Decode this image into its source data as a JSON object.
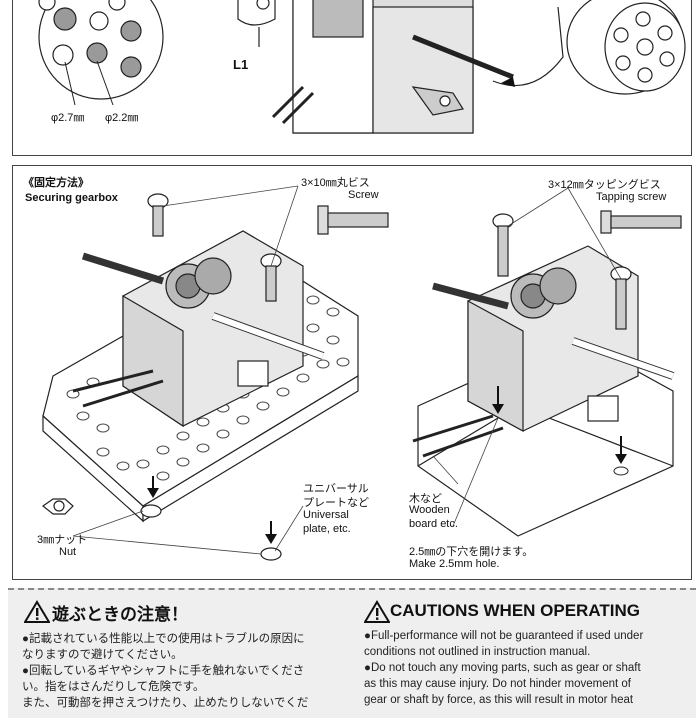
{
  "top": {
    "label_l1": "L1",
    "label_d27": "φ2.7㎜",
    "label_d22": "φ2.2㎜"
  },
  "securing": {
    "title_jp": "《固定方法》",
    "title_en": "Securing gearbox",
    "screw_jp": "3×10㎜丸ビス",
    "screw_en": "Screw",
    "tap_jp": "3×12㎜タッピングビス",
    "tap_en": "Tapping screw",
    "plate_jp1": "ユニバーサル",
    "plate_jp2": "プレートなど",
    "plate_en1": "Universal",
    "plate_en2": "plate, etc.",
    "nut_jp": "3㎜ナット",
    "nut_en": "Nut",
    "wood_jp": "木など",
    "wood_en1": "Wooden",
    "wood_en2": "board etc.",
    "hole_jp": "2.5㎜の下穴を開けます。",
    "hole_en": "Make 2.5mm hole."
  },
  "cautions": {
    "jp_title": "遊ぶときの注意！",
    "en_title": "CAUTIONS WHEN OPERATING",
    "jp_lines": [
      "●記載されている性能以上での使用はトラブルの原因に",
      "なりますので避けてください。",
      "●回転しているギヤやシャフトに手を触れないでくださ",
      "い。指をはさんだりして危険です。",
      "また、可動部を押さえつけたり、止めたりしないでくだ"
    ],
    "en_lines": [
      "●Full-performance will not be guaranteed if used under",
      "conditions not outlined in instruction manual.",
      "●Do not touch any moving parts, such as gear or shaft",
      "as this may cause injury. Do not hinder movement of",
      "gear or shaft by force, as this will result in motor heat"
    ]
  }
}
